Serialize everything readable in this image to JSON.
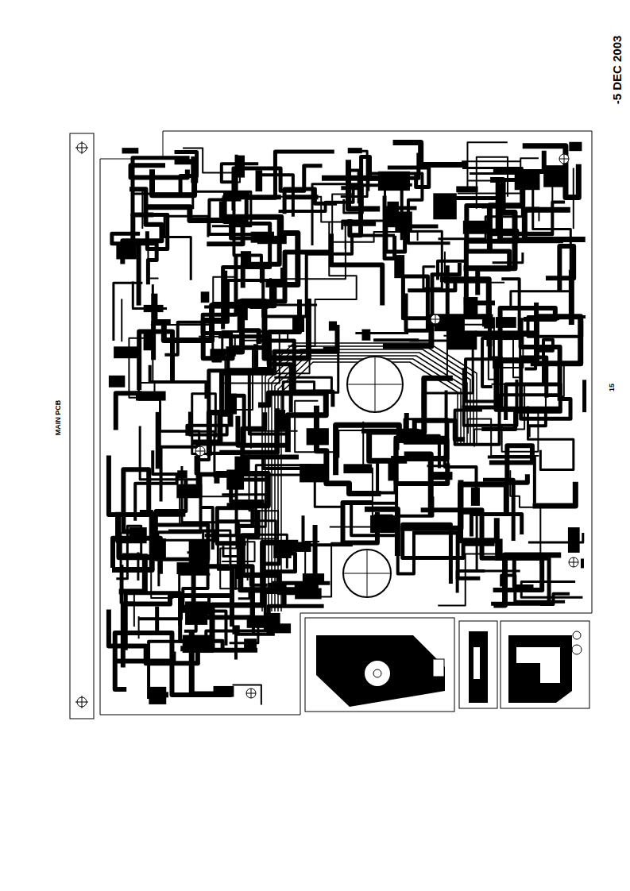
{
  "diagram": {
    "title": "MAIN PCB",
    "labels": [
      "-5 DEC 2003",
      "15"
    ]
  }
}
